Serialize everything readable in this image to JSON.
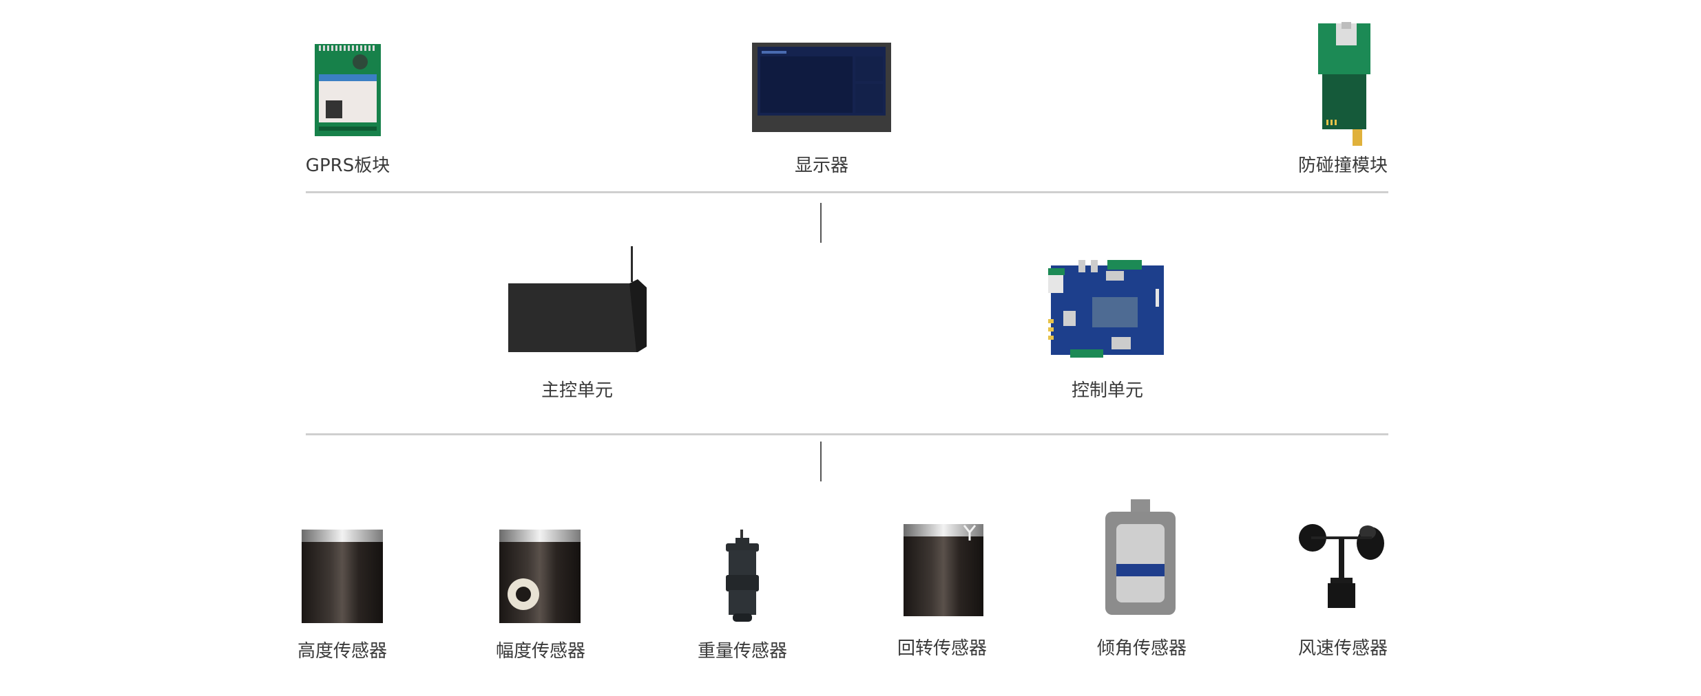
{
  "top_row": {
    "gprs": "GPRS板块",
    "display": "显示器",
    "anti_collision": "防碰撞模块"
  },
  "middle_row": {
    "main_control": "主控单元",
    "control": "控制单元"
  },
  "bottom_row": {
    "height_sensor": "高度传感器",
    "amplitude_sensor": "幅度传感器",
    "weight_sensor": "重量传感器",
    "slewing_sensor": "回转传感器",
    "tilt_sensor": "倾角传感器",
    "wind_sensor": "风速传感器"
  },
  "colors": {
    "divider": "#cfcfcf",
    "connector": "#555555",
    "label_text": "#3a3a3a",
    "pcb_green": "#17814a",
    "pcb_blue": "#1d3f8c",
    "dark_device": "#2b2b2b"
  },
  "icons": {
    "gprs": "gprs-board-icon",
    "display": "display-screen-icon",
    "anti_collision": "anti-collision-module-icon",
    "main_control": "main-control-box-icon",
    "control": "control-board-icon",
    "height": "height-sensor-icon",
    "amplitude": "amplitude-sensor-icon",
    "weight": "weight-sensor-icon",
    "slewing": "slewing-sensor-icon",
    "tilt": "tilt-sensor-icon",
    "wind": "anemometer-icon"
  }
}
